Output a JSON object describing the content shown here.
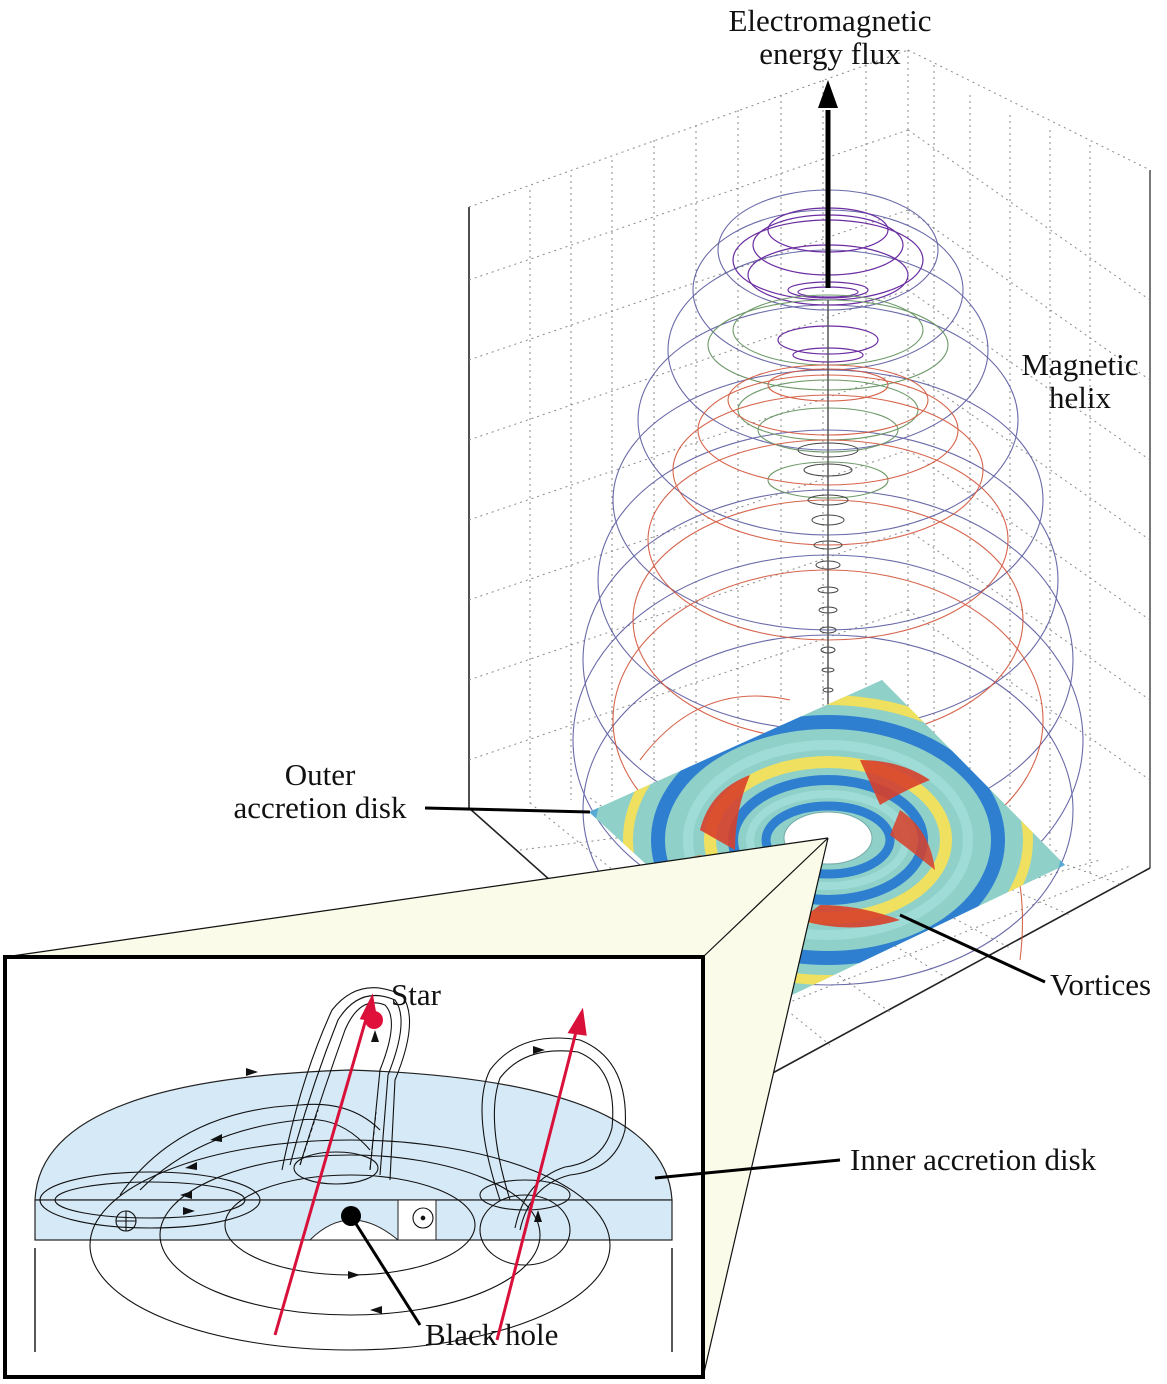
{
  "labels": {
    "energy_flux_line1": "Electromagnetic",
    "energy_flux_line2": "energy flux",
    "helix_line1": "Magnetic",
    "helix_line2": "helix",
    "outer_disk_line1": "Outer",
    "outer_disk_line2": "accretion disk",
    "vortices": "Vortices",
    "star": "Star",
    "inner_disk": "Inner accretion disk",
    "black_hole": "Black hole"
  },
  "colors": {
    "helix_blue": "#5a5aa0",
    "helix_purple": "#6a2ca0",
    "helix_red": "#d2553a",
    "helix_green": "#6f9a6a",
    "disk_cyan": "#8fd0c8",
    "disk_blue": "#2f7fd0",
    "disk_yellow": "#f0e060",
    "disk_red": "#d8402a",
    "inner_disk_fill": "#d6e9f7",
    "inset_callout_fill": "#fbfbe9",
    "field_arrow": "#d8103a",
    "star": "#e0103a",
    "black_hole": "#000000"
  }
}
